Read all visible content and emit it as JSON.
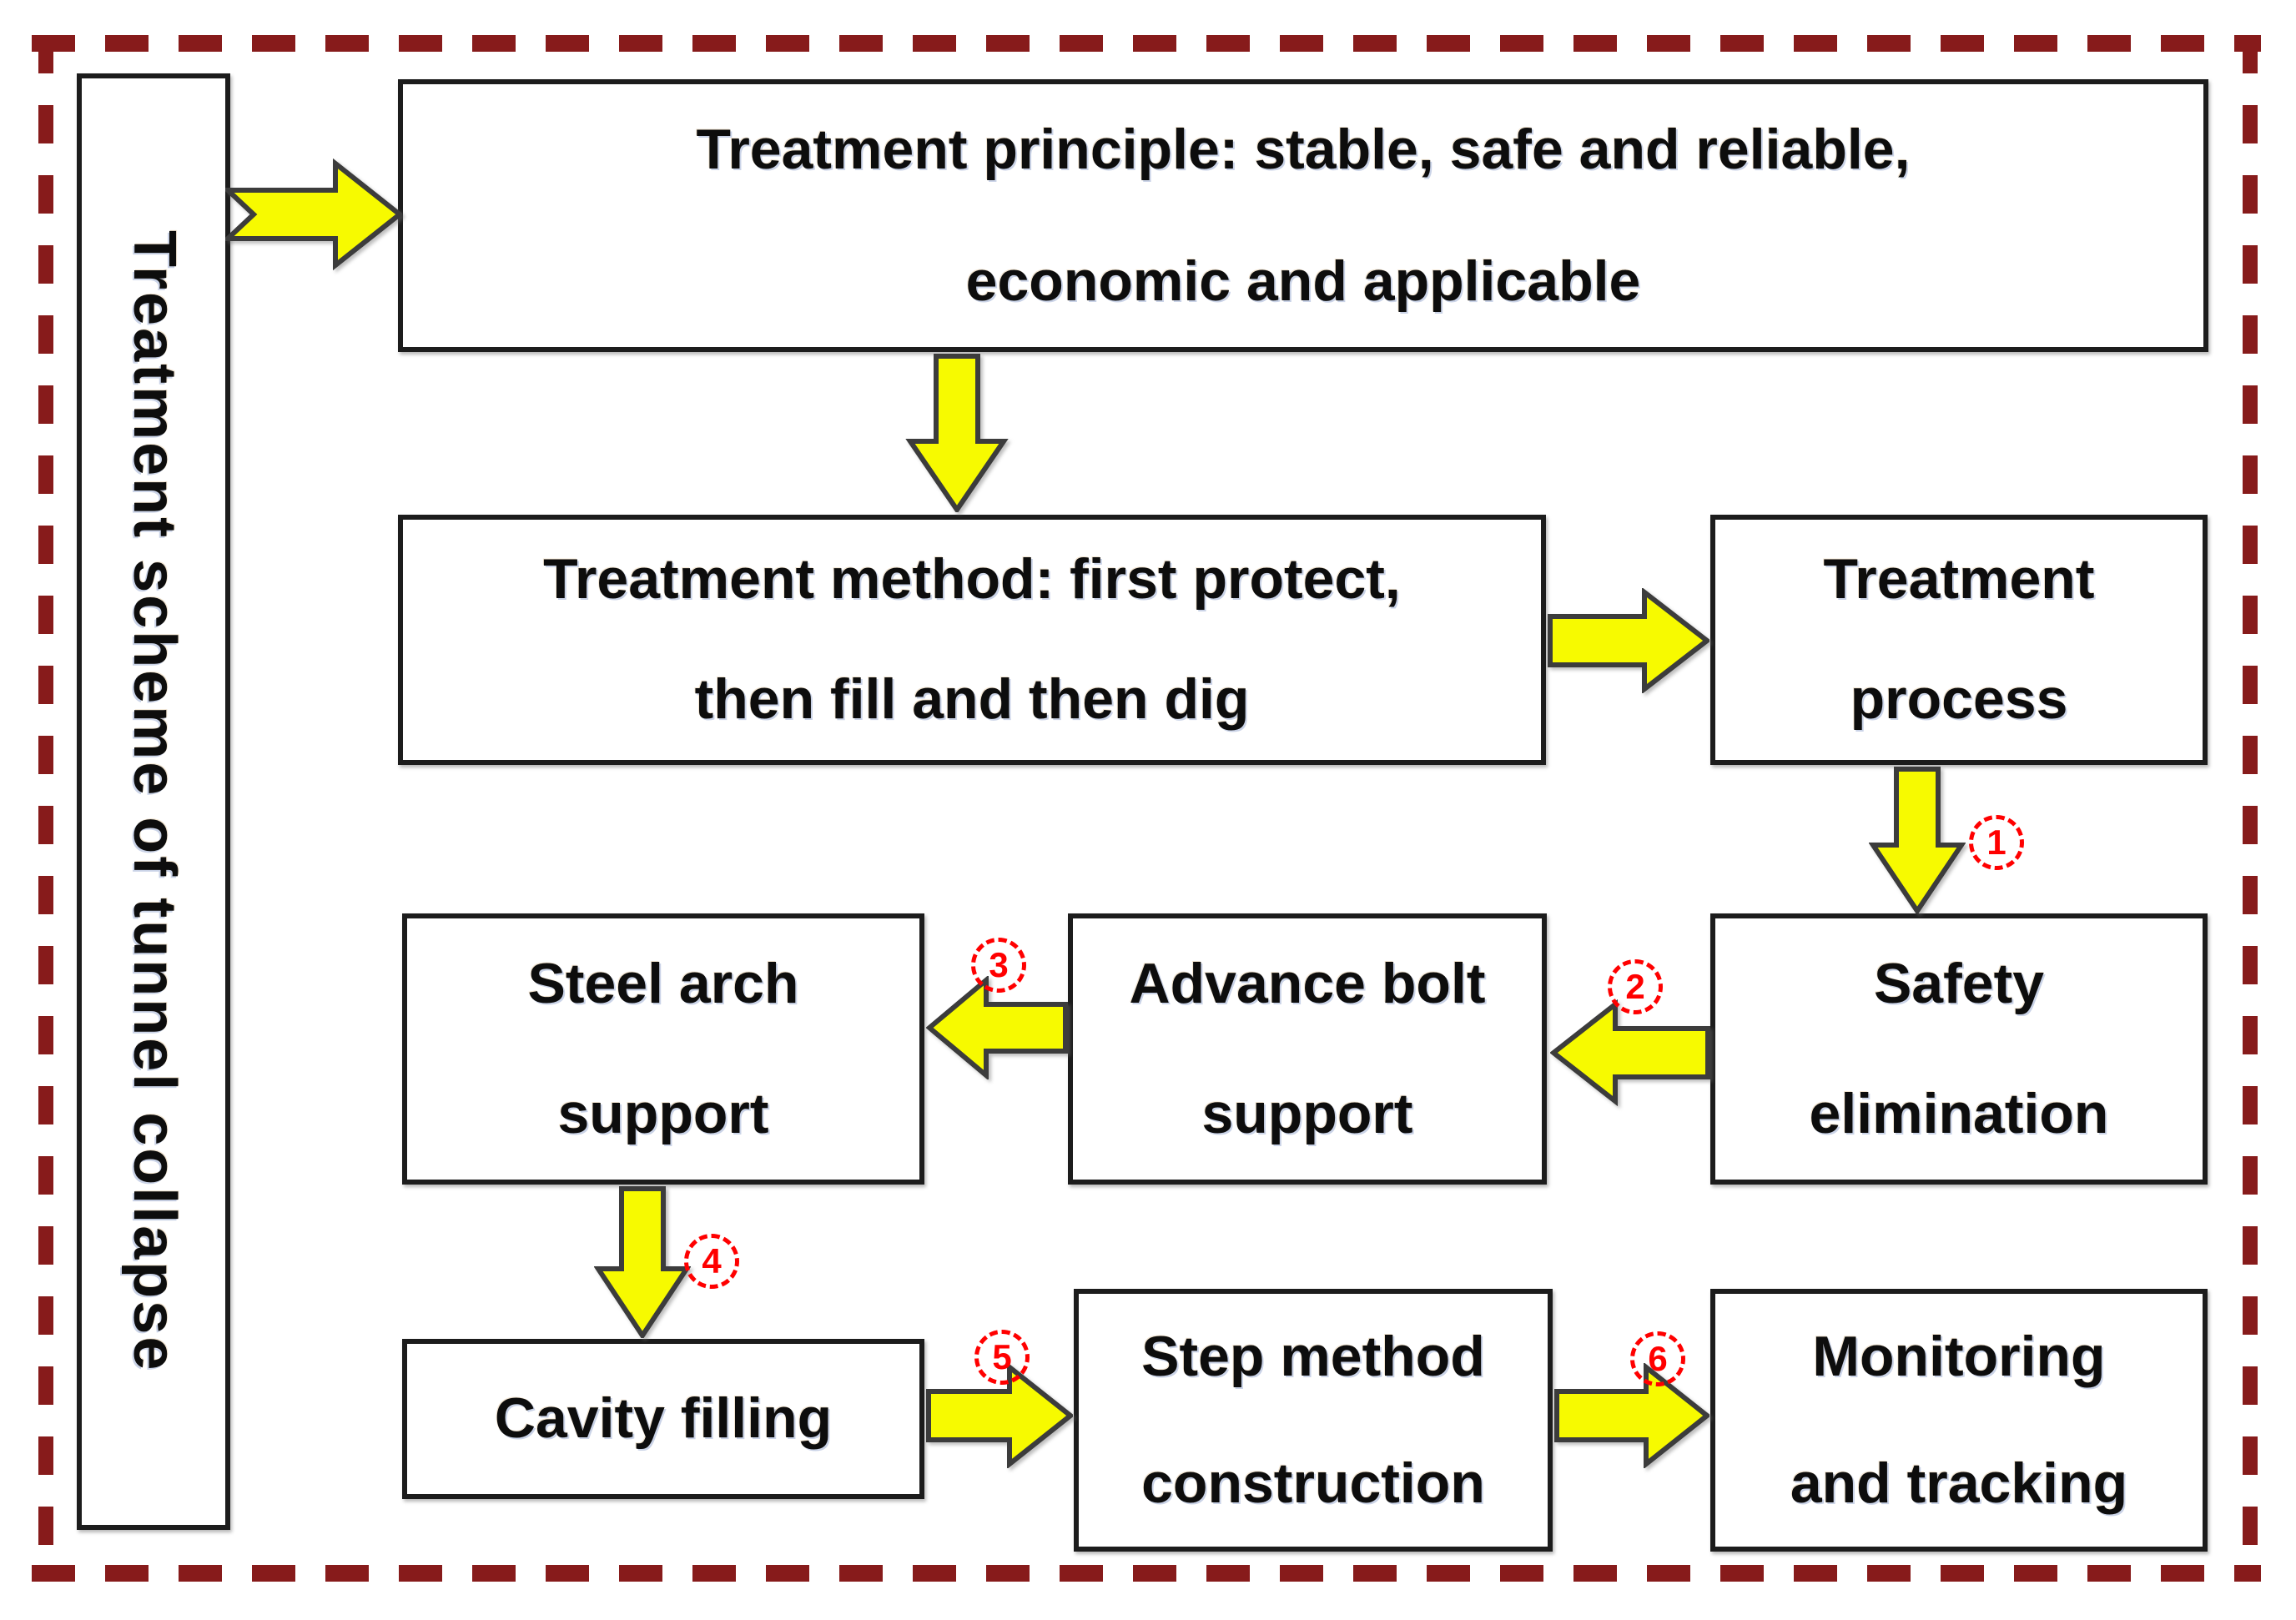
{
  "diagram": {
    "side_box": {
      "label": "Treatment scheme of tunnel collapse"
    },
    "boxes": {
      "principle": {
        "line1": "Treatment principle: stable, safe and reliable,",
        "line2": "economic and applicable"
      },
      "method": {
        "line1": "Treatment method: first protect,",
        "line2": "then fill and then dig"
      },
      "process": {
        "line1": "Treatment",
        "line2": "process"
      },
      "safety": {
        "line1": "Safety",
        "line2": "elimination"
      },
      "advance_bolt": {
        "line1": "Advance bolt",
        "line2": "support"
      },
      "steel_arch": {
        "line1": "Steel arch",
        "line2": "support"
      },
      "cavity": {
        "line1": "Cavity filling"
      },
      "step_method": {
        "line1": "Step method",
        "line2": "construction"
      },
      "monitoring": {
        "line1": "Monitoring",
        "line2": "and tracking"
      }
    },
    "steps": {
      "n1": "1",
      "n2": "2",
      "n3": "3",
      "n4": "4",
      "n5": "5",
      "n6": "6"
    }
  },
  "colors": {
    "arrow_fill": "#F7FA00",
    "arrow_outline": "#3C3C3C",
    "dash_border": "#871B1B",
    "step_color": "#FF0000",
    "box_border": "#1C1C1C",
    "text_color": "#0D0D0D",
    "background": "#FFFFFF"
  }
}
